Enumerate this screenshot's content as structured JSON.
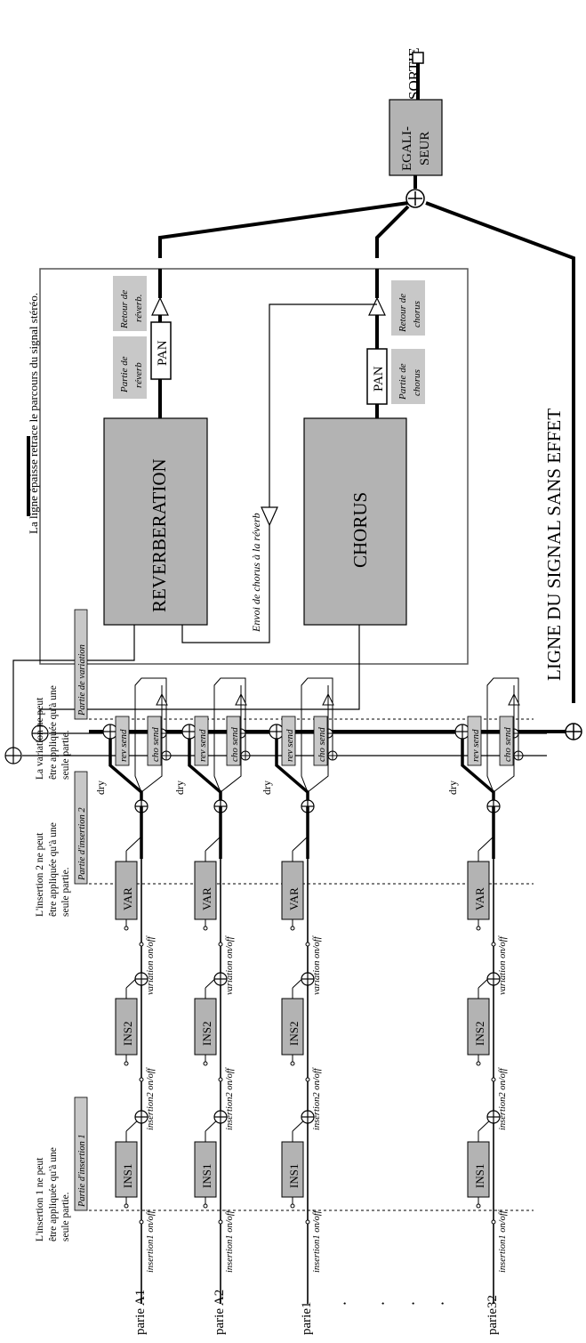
{
  "legend": "La ligne épaisse retrace le parcours du signal stéréo.",
  "output": "SORTIE",
  "eq": [
    "EGALI-",
    "SEUR"
  ],
  "dry_line": "LIGNE DU SIGNAL SANS EFFET",
  "reverb": {
    "name": "REVERBERATION",
    "pan": "PAN",
    "part": [
      "Partie de",
      "réverb"
    ],
    "return": [
      "Retour de",
      "réverb."
    ]
  },
  "chorus": {
    "name": "CHORUS",
    "pan": "PAN",
    "part": [
      "Partie de",
      "chorus"
    ],
    "return": [
      "Retour de",
      "chorus"
    ]
  },
  "chorus_to_reverb": "Envoi de chorus à la réverb",
  "part_labels": [
    "parie A1",
    "parie A2",
    "parie1",
    "parie32"
  ],
  "insertion_notes": [
    [
      "L'insertion 1 ne peut",
      "être appliquée qu'à une",
      "seule partie."
    ],
    [
      "L'insertion 2 ne peut",
      "être appliquée qu'à une",
      "seule partie."
    ],
    [
      "La variation ne peut",
      "être appliquée qu'à une",
      "seule partie."
    ]
  ],
  "insertion_tags": [
    "Partie d'insertion 1",
    "Partie d'insertion 2",
    "Partie de variation"
  ],
  "blocks": [
    "INS1",
    "INS2",
    "VAR"
  ],
  "switches": [
    "insertion1 on/off",
    "insertion2 on/off",
    "variation on/off"
  ],
  "sends": [
    "rev send",
    "cho send"
  ],
  "dry": "dry",
  "colors": {
    "block_fill": "#b3b3b3",
    "label_fill": "#c8c8c8",
    "line": "#000000",
    "frame": "#555555"
  }
}
